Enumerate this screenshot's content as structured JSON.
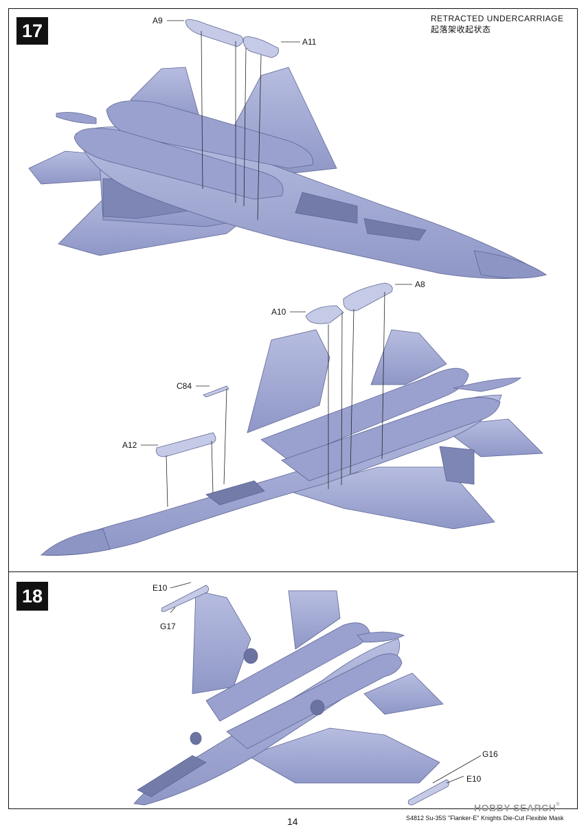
{
  "steps": [
    {
      "number": "17",
      "heading_en": "RETRACTED UNDERCARRIAGE",
      "heading_cn": "起落架收起状态"
    },
    {
      "number": "18"
    }
  ],
  "parts": {
    "a9": "A9",
    "a11": "A11",
    "a8": "A8",
    "a10": "A10",
    "c84": "C84",
    "a12": "A12",
    "e10_top": "E10",
    "g17": "G17",
    "g16": "G16",
    "e10_bottom": "E10"
  },
  "page_number": "14",
  "footer": "S4812 Su-35S \"Flanker-E\" Knights Die-Cut Flexible Mask",
  "watermark": {
    "brand": "HOBBY SEARCH",
    "mark": "®"
  },
  "colors": {
    "aircraft": "#a9b0d6",
    "aircraft_dark": "#7d86b5",
    "line": "#222222"
  }
}
